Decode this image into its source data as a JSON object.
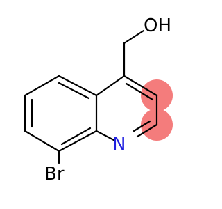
{
  "molecule": {
    "atoms": {
      "hydroxyl": "OH",
      "nitrogen": "N",
      "bromine": "Br"
    },
    "highlight_color": "#f47c7c",
    "nitrogen_color": "#1f1fe0",
    "bond_color": "#000000"
  }
}
